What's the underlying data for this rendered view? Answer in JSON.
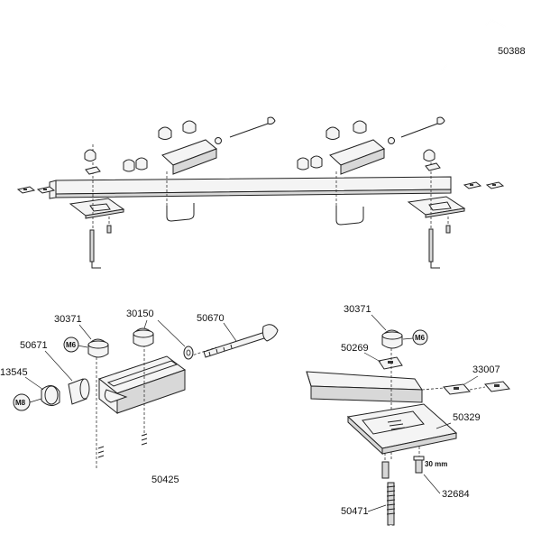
{
  "parts": {
    "hex_key": "50388",
    "knob_m6_top": "30371",
    "washer": "30150",
    "bolt": "50670",
    "knob_m8_nut": "50671",
    "knob_m8": "13545",
    "ubolt": "50425",
    "knob_m6_right": "30371",
    "tnut": "50269",
    "square_nut": "33007",
    "foot_pad": "50329",
    "screw_30": "32684",
    "long_bolt": "50471"
  },
  "badges": {
    "m6_left": "M6",
    "m8": "M8",
    "m6_right": "M6"
  },
  "dimension": "30 mm"
}
